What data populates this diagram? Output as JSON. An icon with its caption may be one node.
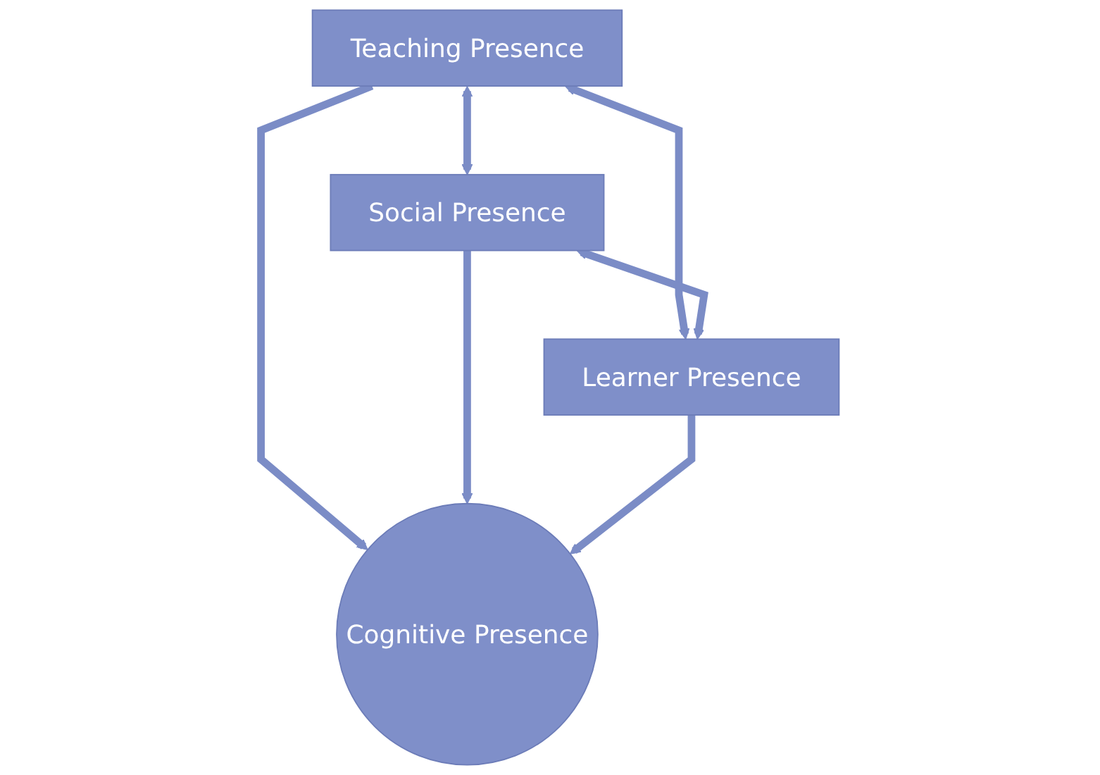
{
  "diagram": {
    "nodes": [
      {
        "text": [
          "Teaching Presence"
        ]
      },
      {
        "text": [
          "Social Presence"
        ]
      },
      {
        "text": [
          "Learner Presence"
        ]
      },
      {
        "text": [
          "Cognitive Presence"
        ]
      }
    ],
    "edges": [
      {
        "from": 0,
        "to": 1,
        "arrow": "both"
      },
      {
        "from": 0,
        "to": 2,
        "arrow": "both"
      },
      {
        "from": 1,
        "to": 2,
        "arrow": "both"
      },
      {
        "from": 0,
        "to": 3,
        "arrow": "to"
      },
      {
        "from": 1,
        "to": 3,
        "arrow": "to"
      },
      {
        "from": 2,
        "to": 3,
        "arrow": "to"
      }
    ]
  }
}
